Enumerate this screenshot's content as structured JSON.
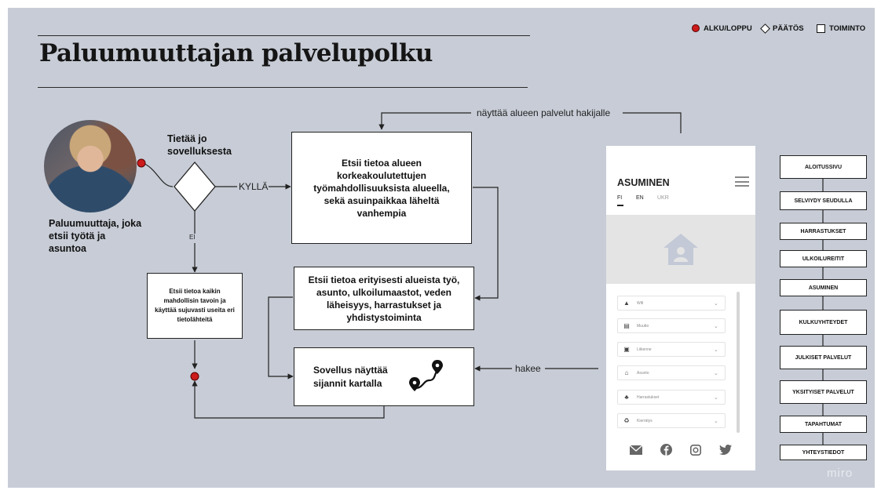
{
  "title": "Paluumuuttajan palvelupolku",
  "legend": {
    "start_end": "ALKU/LOPPU",
    "decision": "PÄÄTÖS",
    "action": "TOIMINTO"
  },
  "persona": "Paluumuuttaja, joka etsii työtä ja asuntoa",
  "decision_question": "Tietää jo sovelluksesta",
  "edge_yes": "KYLLÄ",
  "edge_no": "EI",
  "edge_shows": "näyttää alueen palvelut hakijalle",
  "edge_search": "hakee",
  "node_search_jobs": "Etsii tietoa alueen korkeakoulutettujen työmahdollisuuksista alueella, sekä asuinpaikkaa läheltä vanhempia",
  "node_search_all": "Etsii tietoa kaikin mahdollisin tavoin ja käyttää sujuvasti useita eri tietolähteitä",
  "node_search_specific": "Etsii tietoa erityisesti alueista työ, asunto, ulkoilumaastot, veden läheisyys, harrastukset ja yhdistystoiminta",
  "node_map": "Sovellus näyttää sijannit kartalla",
  "app": {
    "heading": "ASUMINEN",
    "languages": [
      "FI",
      "EN",
      "UKR"
    ],
    "menu_items": [
      "Wifi",
      "Muutto",
      "Liikenne",
      "Asunto",
      "Harrastukset",
      "Kierrätys"
    ],
    "menu_icons": [
      "warning-icon",
      "calendar-icon",
      "bus-icon",
      "home-icon",
      "people-icon",
      "recycle-icon"
    ],
    "social_icons": [
      "mail-icon",
      "facebook-icon",
      "instagram-icon",
      "twitter-icon"
    ]
  },
  "sitemap": [
    "ALOITUSSIVU",
    "SELVIYDY SEUDULLA",
    "HARRASTUKSET",
    "ULKOILUREITIT",
    "ASUMINEN",
    "KULKUYHTEYDET",
    "JULKISET PALVELUT",
    "YKSITYISET PALVELUT",
    "TAPAHTUMAT",
    "YHTEYSTIEDOT"
  ],
  "watermark": "miro",
  "colors": {
    "board": "#c7ccd6",
    "start_end_dot": "#cc1b1b",
    "ink": "#111111"
  }
}
